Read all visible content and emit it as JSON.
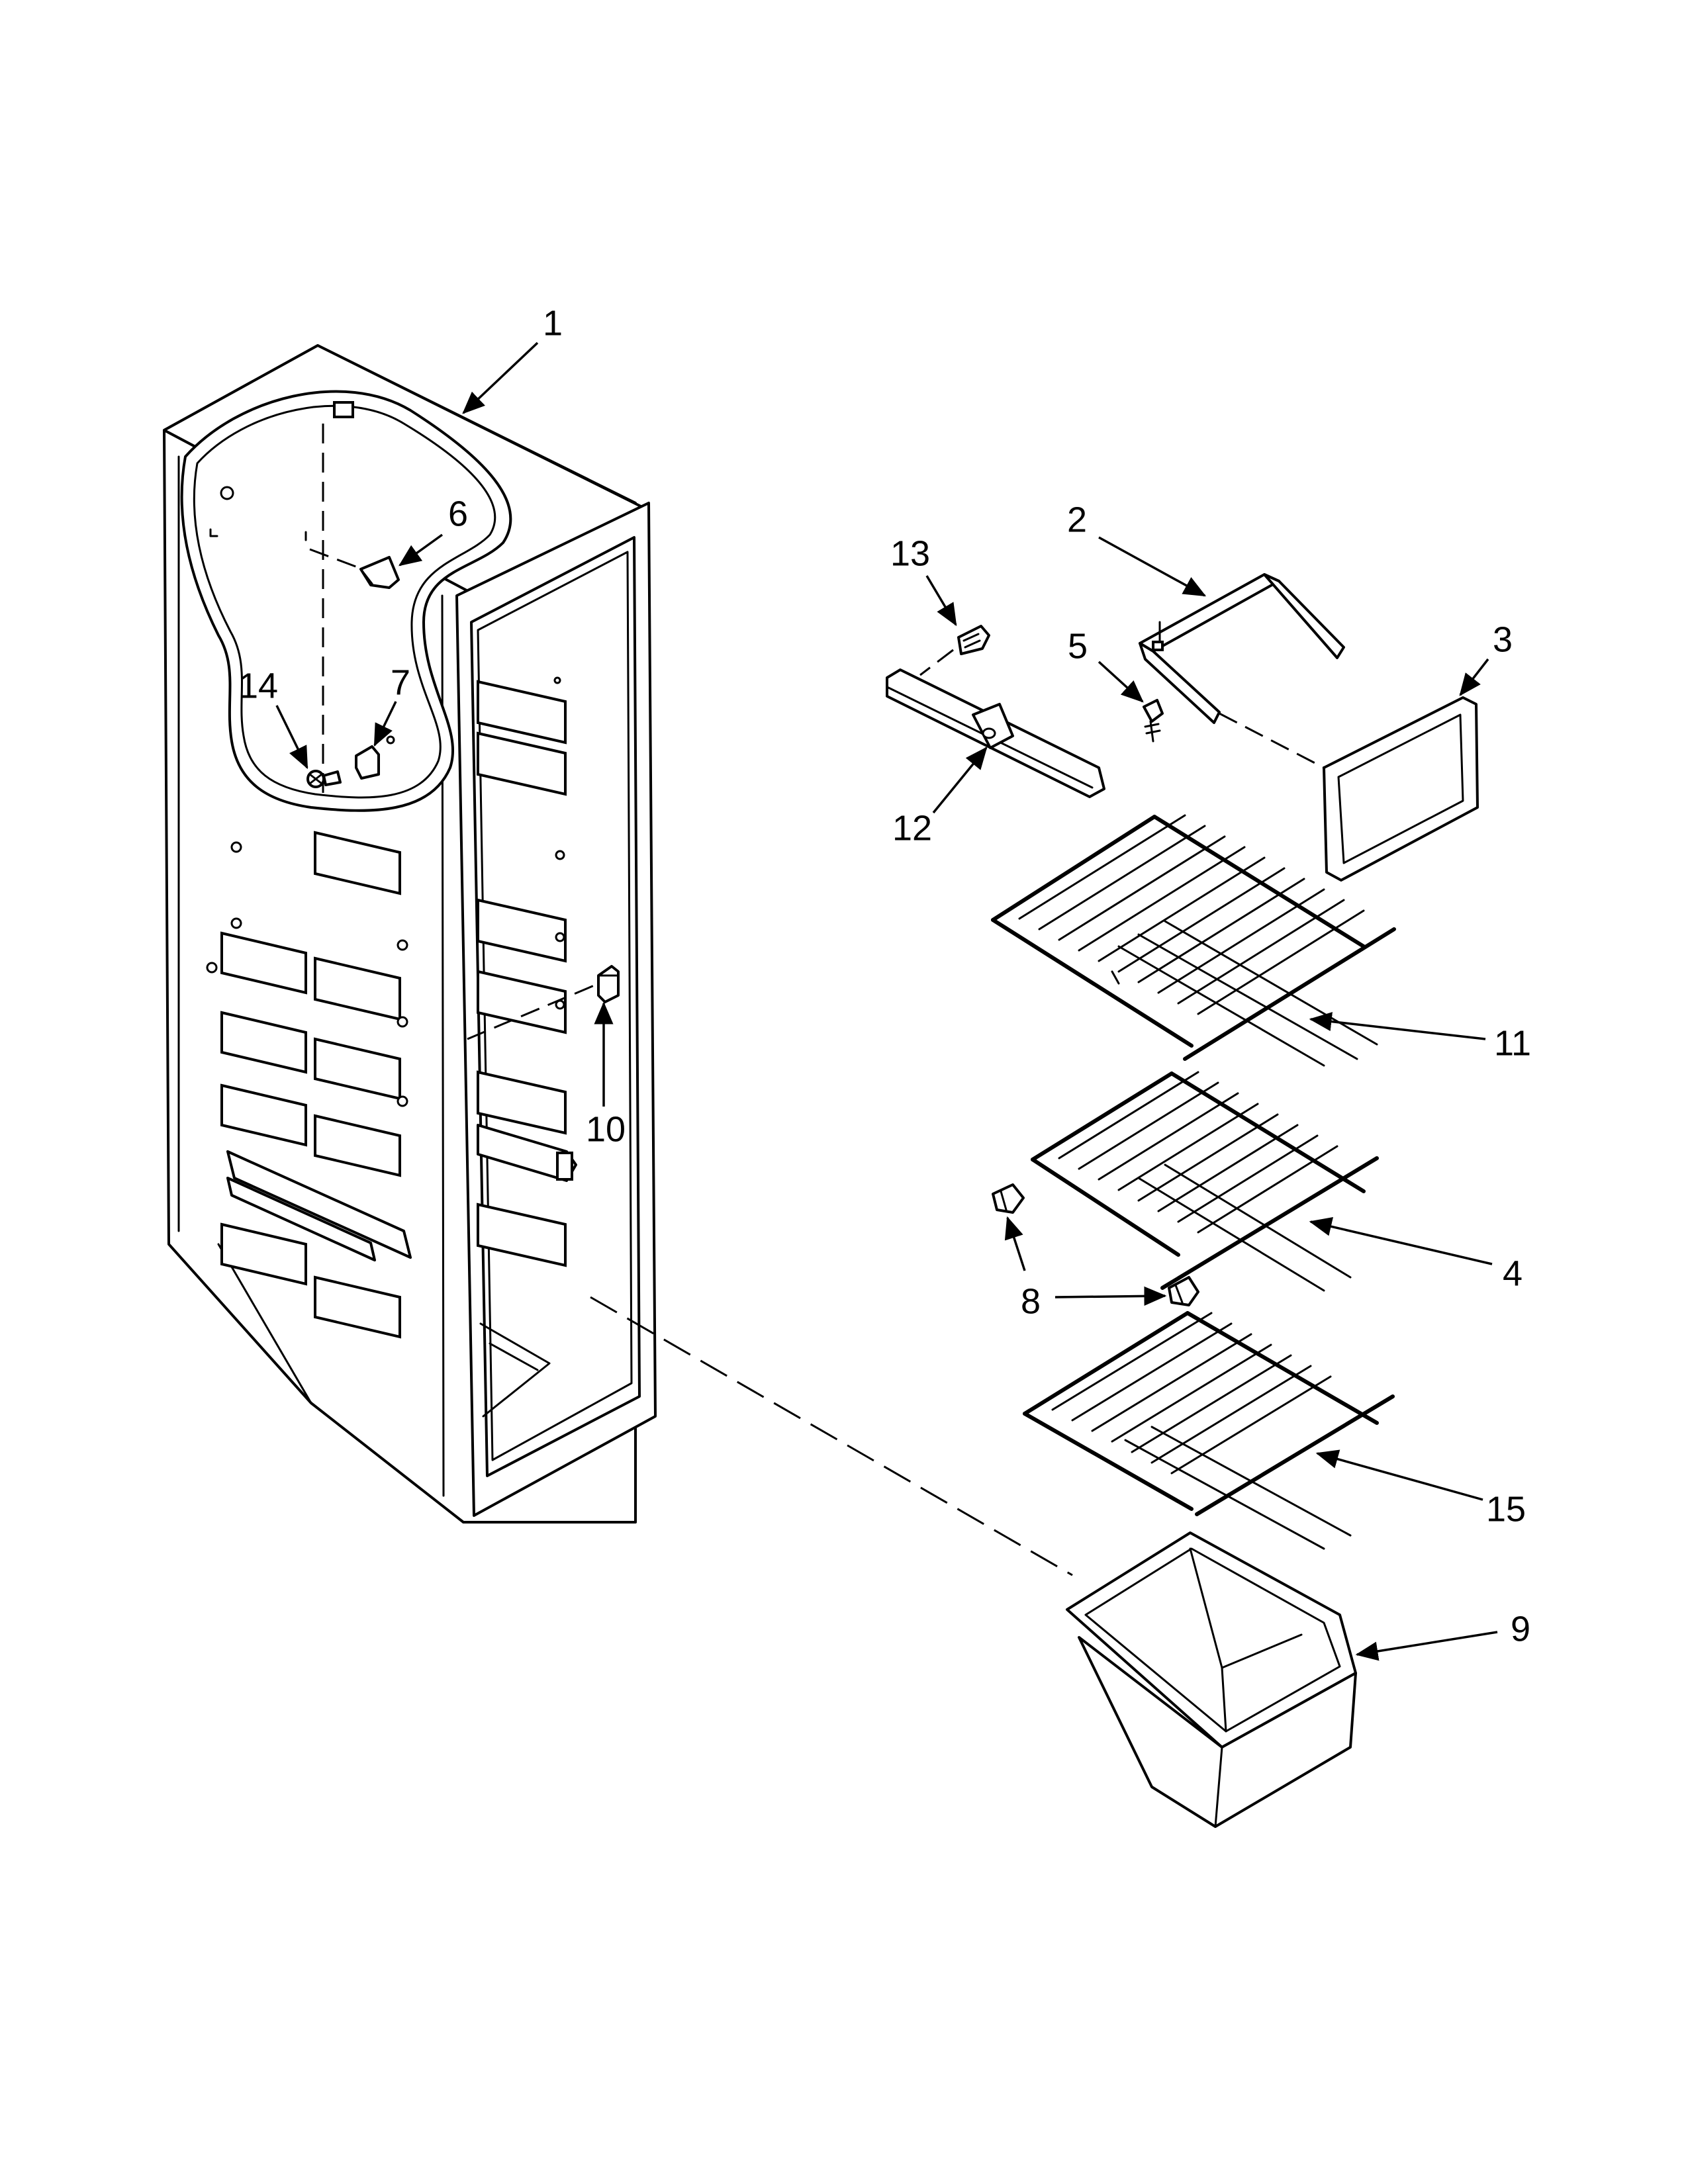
{
  "diagram": {
    "callouts": [
      {
        "key": "c1",
        "label": "1"
      },
      {
        "key": "c2",
        "label": "2"
      },
      {
        "key": "c3",
        "label": "3"
      },
      {
        "key": "c4",
        "label": "4"
      },
      {
        "key": "c5",
        "label": "5"
      },
      {
        "key": "c6",
        "label": "6"
      },
      {
        "key": "c7",
        "label": "7"
      },
      {
        "key": "c8",
        "label": "8"
      },
      {
        "key": "c9",
        "label": "9"
      },
      {
        "key": "c10",
        "label": "10"
      },
      {
        "key": "c11",
        "label": "11"
      },
      {
        "key": "c12",
        "label": "12"
      },
      {
        "key": "c13",
        "label": "13"
      },
      {
        "key": "c14",
        "label": "14"
      },
      {
        "key": "c15",
        "label": "15"
      }
    ],
    "line_color": "#000000",
    "background_color": "#ffffff"
  }
}
